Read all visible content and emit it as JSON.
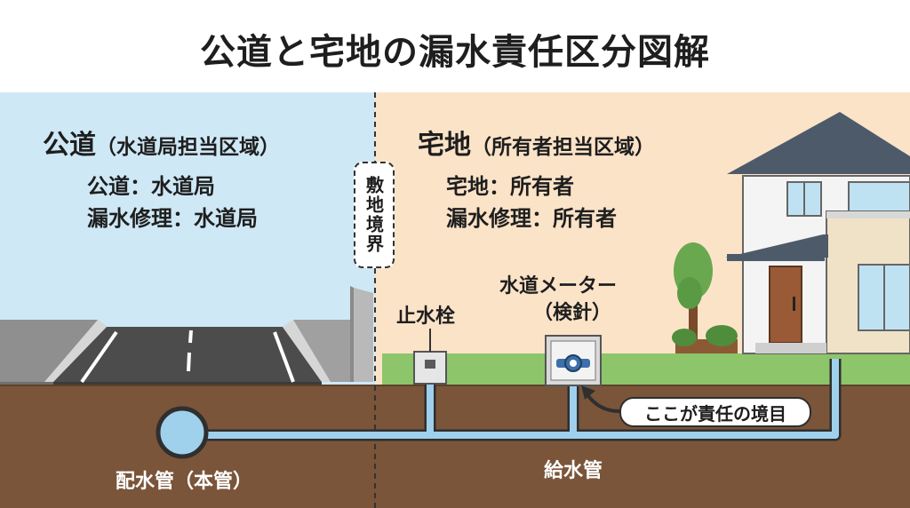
{
  "title": "公道と宅地の漏水責任区分図解",
  "public_zone": {
    "heading": "公道",
    "heading_note": "（水道局担当区域）",
    "line1": "公道：水道局",
    "line2": "漏水修理：水道局"
  },
  "private_zone": {
    "heading": "宅地",
    "heading_note": "（所有者担当区域）",
    "line1": "宅地：所有者",
    "line2": "漏水修理：所有者"
  },
  "boundary_label": "敷地境界",
  "stop_valve_label": "止水栓",
  "meter_label": "水道メーター",
  "meter_note": "（検針）",
  "callout_label": "ここが責任の境目",
  "main_pipe_label": "配水管（本管）",
  "service_pipe_label": "給水管",
  "colors": {
    "public_bg": "#cfe8f6",
    "private_bg": "#fbe3c8",
    "soil": "#7a553a",
    "pipe": "#9fd0ec",
    "grass": "#8cc56a"
  },
  "icons": [
    "house-icon",
    "tree-icon",
    "water-meter-icon",
    "stop-valve-icon",
    "arrow-icon"
  ]
}
